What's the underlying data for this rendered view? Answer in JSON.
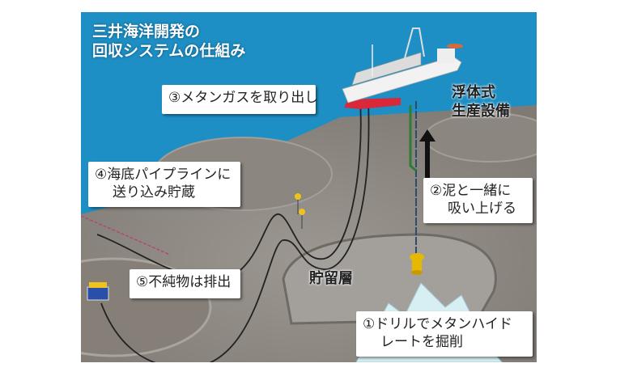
{
  "title": {
    "line1": "三井海洋開発の",
    "line2": "回収システムの仕組み"
  },
  "facility_label": {
    "line1": "浮体式",
    "line2": "生産設備"
  },
  "reservoir_label": "貯留層",
  "steps": [
    {
      "line1": "①ドリルでメタンハイド",
      "line2": "レートを掘削"
    },
    {
      "line1": "②泥と一緒に",
      "line2": "吸い上げる"
    },
    {
      "line1": "③メタンガスを取り出し"
    },
    {
      "line1": "④海底パイプラインに",
      "line2": "送り込み貯蔵"
    },
    {
      "line1": "⑤不純物は排出"
    }
  ],
  "colors": {
    "sea": "#1e8fc4",
    "seabed": "#8f8a84",
    "ship_hull": "#d8283a",
    "riser_green": "#2e7d32"
  }
}
